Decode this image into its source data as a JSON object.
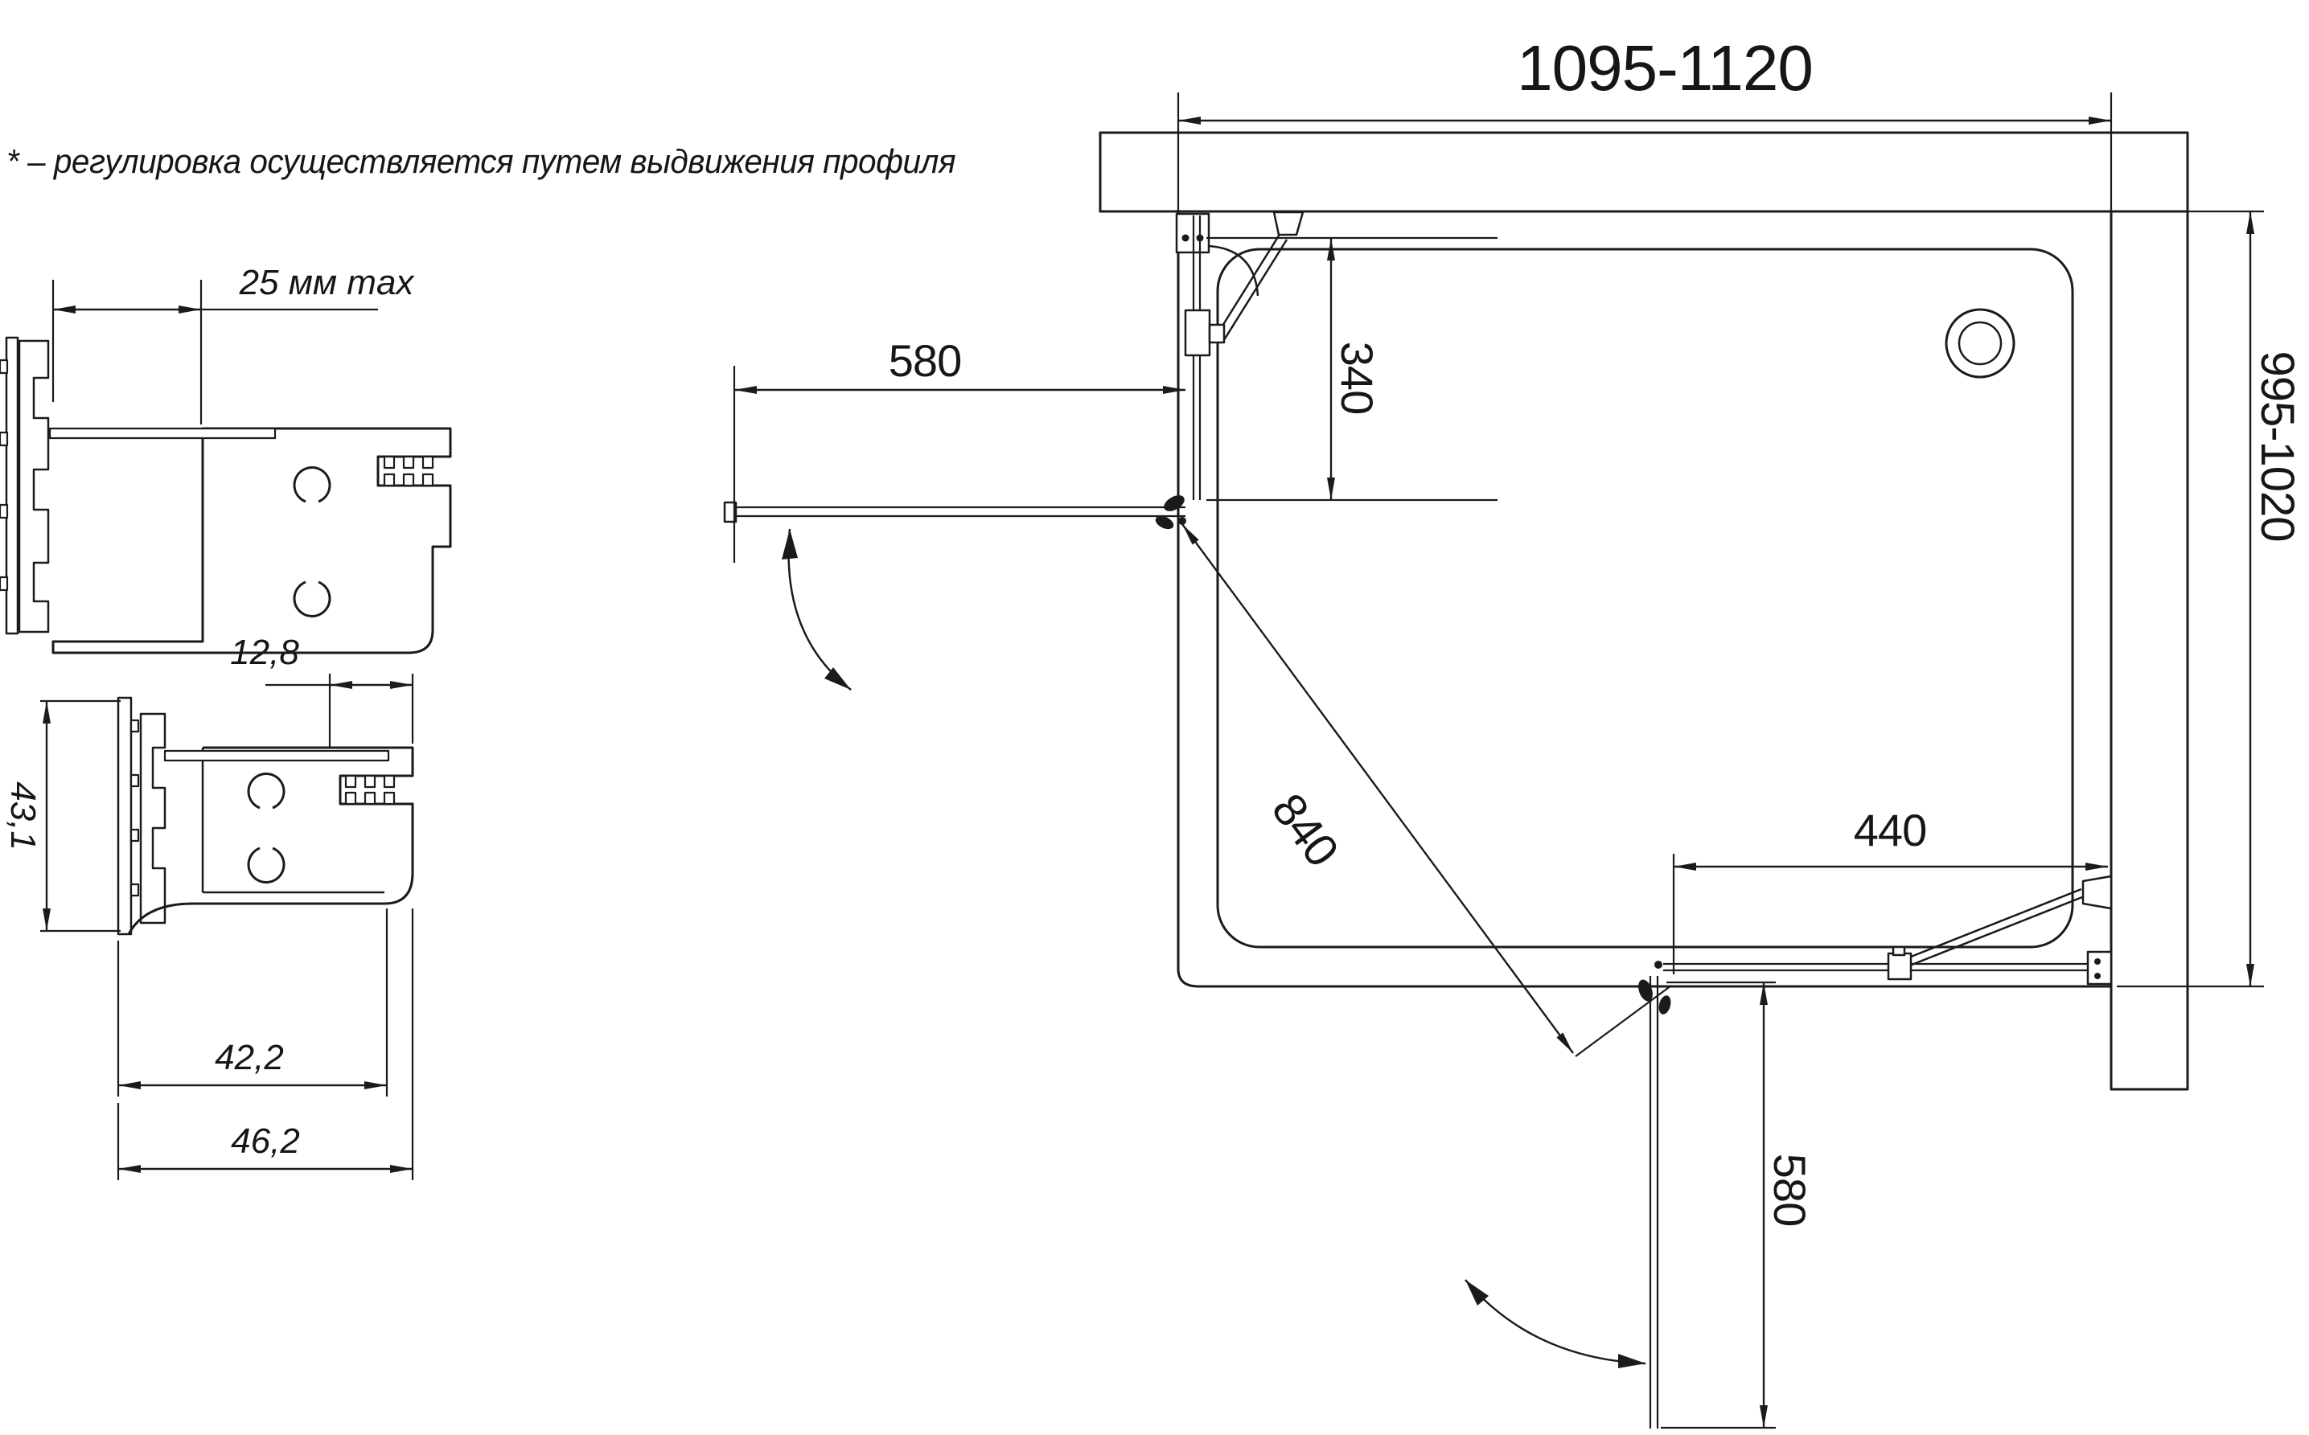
{
  "note": "* – регулировка осуществляется путем выдвижения профиля",
  "colors": {
    "ink": "#1b1b1b",
    "paper": "#ffffff"
  },
  "plan": {
    "width_range": "1095-1120",
    "depth_range": "995-1020",
    "left_door_width": "580",
    "left_fixed_panel_depth": "340",
    "diagonal_opening": "840",
    "bottom_fixed_panel_width": "440",
    "bottom_door_width": "580"
  },
  "profile_upper": {
    "adjustment": "25 мм max"
  },
  "profile_lower": {
    "top_width": "12,8",
    "height": "43,1",
    "inner_width": "42,2",
    "overall_width": "46,2"
  }
}
